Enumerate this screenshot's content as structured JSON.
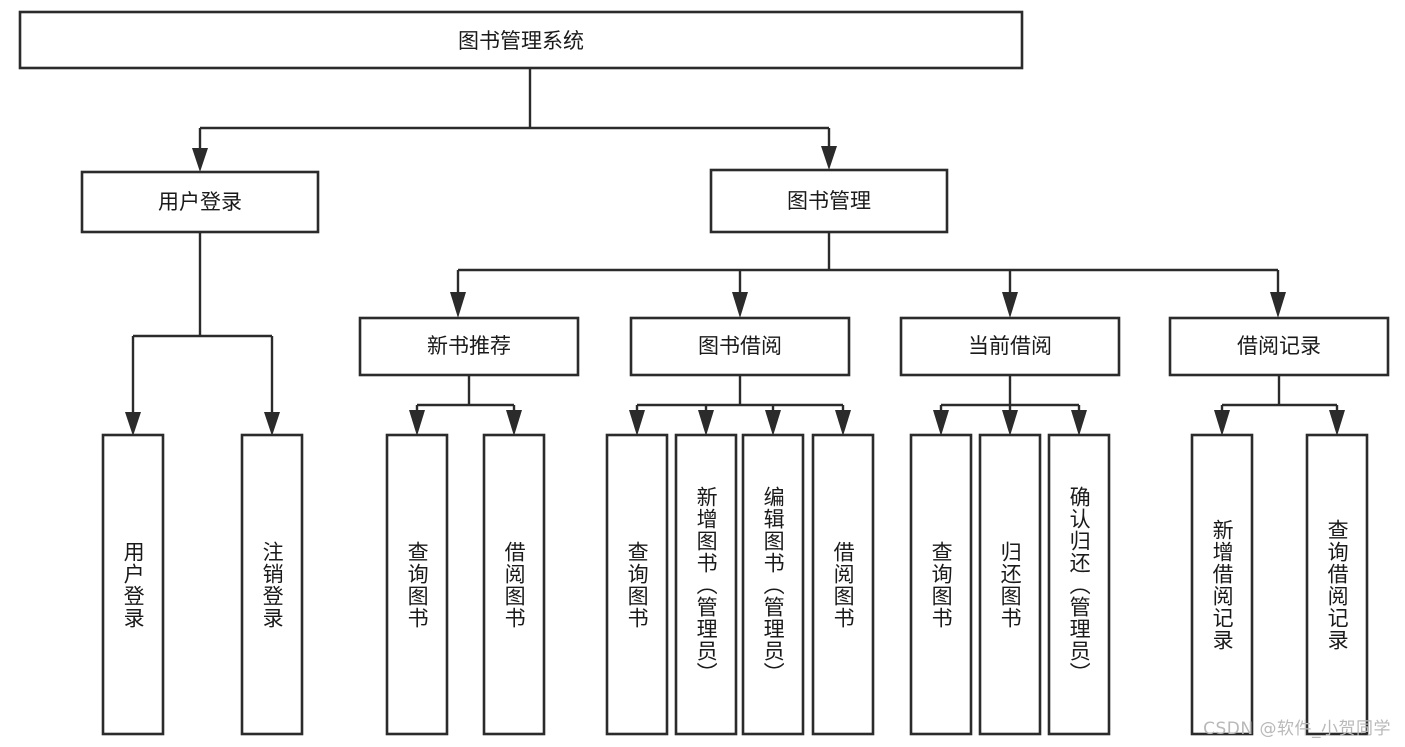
{
  "diagram": {
    "type": "tree",
    "title_node": {
      "id": "root",
      "label": "图书管理系统"
    },
    "level2": [
      {
        "id": "user-login",
        "label": "用户登录"
      },
      {
        "id": "book-manage",
        "label": "图书管理"
      }
    ],
    "level3": [
      {
        "id": "new-book-rec",
        "label": "新书推荐"
      },
      {
        "id": "book-borrow",
        "label": "图书借阅"
      },
      {
        "id": "current-borrow",
        "label": "当前借阅"
      },
      {
        "id": "borrow-record",
        "label": "借阅记录"
      }
    ],
    "leaves": {
      "user_login": [
        {
          "id": "leaf-user-login",
          "label": "用户登录"
        },
        {
          "id": "leaf-logout-login",
          "label": "注销登录"
        }
      ],
      "new_book_rec": [
        {
          "id": "leaf-query-book-1",
          "label": "查询图书"
        },
        {
          "id": "leaf-borrow-book-1",
          "label": "借阅图书"
        }
      ],
      "book_borrow": [
        {
          "id": "leaf-query-book-2",
          "label": "查询图书"
        },
        {
          "id": "leaf-add-book",
          "label": "新增图书（管理员）"
        },
        {
          "id": "leaf-edit-book",
          "label": "编辑图书（管理员）"
        },
        {
          "id": "leaf-borrow-book-2",
          "label": "借阅图书"
        }
      ],
      "current_borrow": [
        {
          "id": "leaf-query-book-3",
          "label": "查询图书"
        },
        {
          "id": "leaf-return-book",
          "label": "归还图书"
        },
        {
          "id": "leaf-confirm-return",
          "label": "确认归还（管理员）"
        }
      ],
      "borrow_record": [
        {
          "id": "leaf-add-record",
          "label": "新增借阅记录"
        },
        {
          "id": "leaf-query-record",
          "label": "查询借阅记录"
        }
      ]
    },
    "colors": {
      "stroke": "#2b2b2b",
      "fill": "#ffffff",
      "text": "#1a1a1a",
      "watermark": "#b9b9b9"
    }
  },
  "watermark": {
    "text": "CSDN @软件_小贺同学"
  }
}
